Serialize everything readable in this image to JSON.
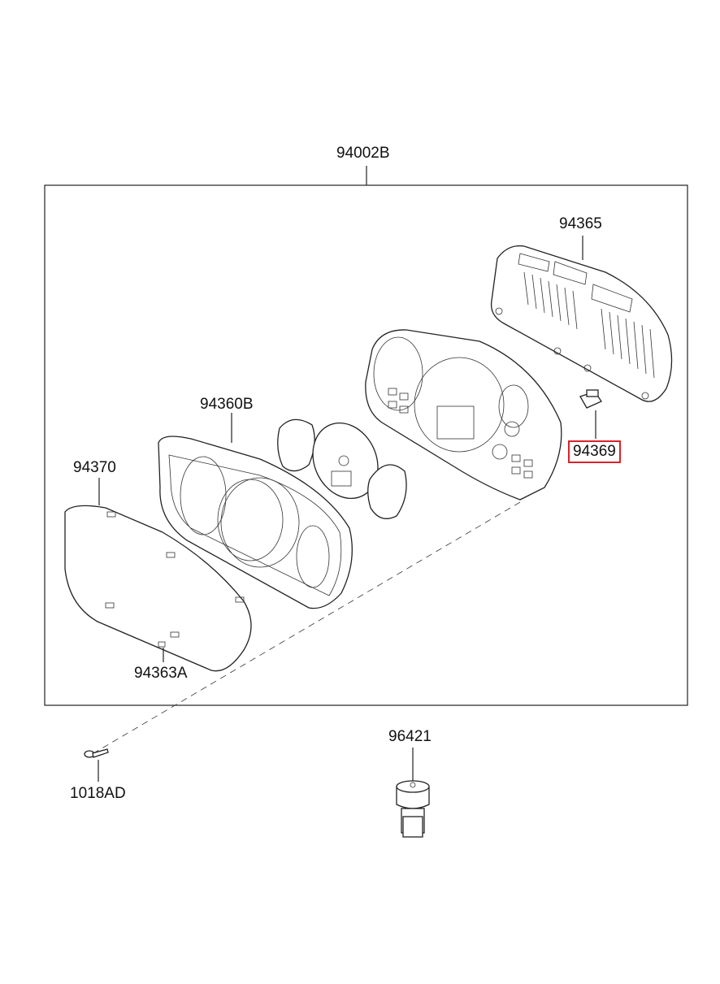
{
  "diagram": {
    "labels": [
      {
        "id": "assembly",
        "text": "94002B"
      },
      {
        "id": "pcb",
        "text": "94365"
      },
      {
        "id": "bulb",
        "text": "94369",
        "highlighted": true
      },
      {
        "id": "case",
        "text": "94360B"
      },
      {
        "id": "lens",
        "text": "94370"
      },
      {
        "id": "screw-clip",
        "text": "94363A"
      },
      {
        "id": "screw",
        "text": "1018AD"
      },
      {
        "id": "sensor",
        "text": "96421"
      }
    ],
    "highlight_color": "#d9232b"
  }
}
